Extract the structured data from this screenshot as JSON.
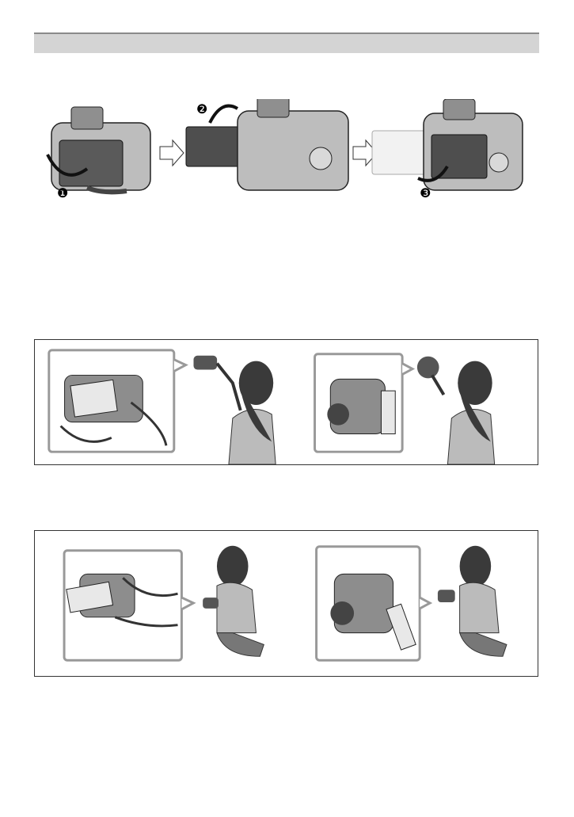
{
  "steps": [
    {
      "number": "1",
      "symbol": "❶"
    },
    {
      "number": "2",
      "symbol": "❷"
    },
    {
      "number": "3",
      "symbol": "❸"
    }
  ],
  "panels": {
    "high_angle": {
      "icon": "camera-held-high"
    },
    "low_angle": {
      "icon": "camera-held-low"
    }
  },
  "footer": {
    "text": ""
  }
}
